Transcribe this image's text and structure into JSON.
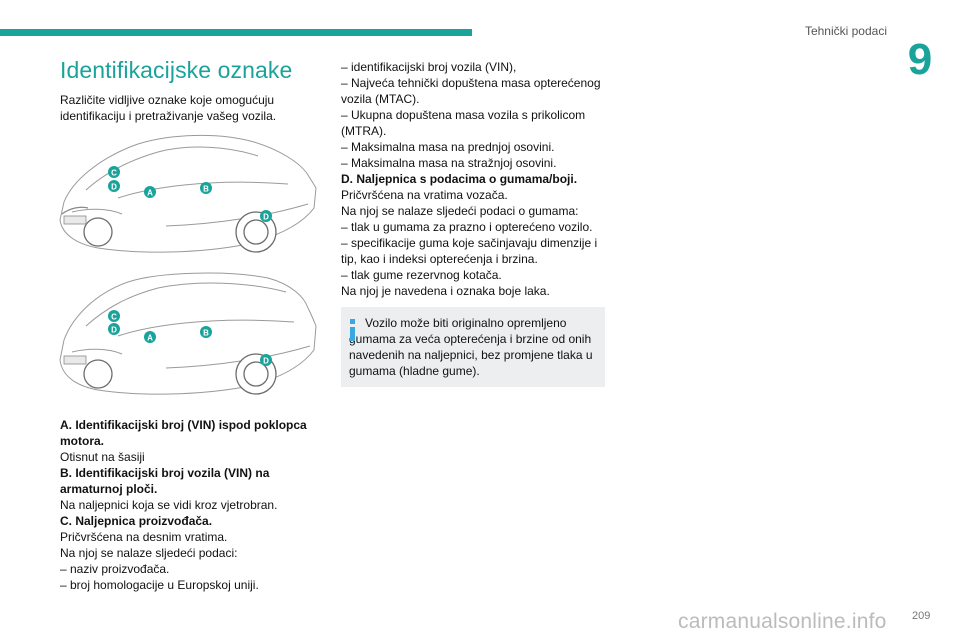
{
  "header": {
    "section_label": "Tehnički podaci",
    "chapter_number": "9"
  },
  "left": {
    "heading": "Identifikacijske oznake",
    "intro": "Različite vidljive oznake koje omogućuju identifikaciju i pretraživanje vašeg vozila.",
    "callouts": [
      "C",
      "D",
      "A",
      "B",
      "D"
    ],
    "items": [
      {
        "text": "A. Identifikacijski broj (VIN) ispod poklopca motora.",
        "bold": true
      },
      {
        "text": "Otisnut na šasiji",
        "bold": false
      },
      {
        "text": "B. Identifikacijski broj vozila (VIN) na armaturnoj ploči.",
        "bold": true
      },
      {
        "text": "Na naljepnici koja se vidi kroz vjetrobran.",
        "bold": false
      },
      {
        "text": "C. Naljepnica proizvođača.",
        "bold": true
      },
      {
        "text": "Pričvršćena na desnim vratima.",
        "bold": false
      },
      {
        "text": "Na njoj se nalaze sljedeći podaci:",
        "bold": false
      },
      {
        "text": "–  naziv proizvođača.",
        "bold": false
      },
      {
        "text": "–  broj homologacije u Europskoj uniji.",
        "bold": false
      }
    ]
  },
  "right": {
    "items": [
      {
        "text": "–  identifikacijski broj vozila (VIN),",
        "bold": false
      },
      {
        "text": "–  Najveća tehnički dopuštena masa opterećenog vozila (MTAC).",
        "bold": false
      },
      {
        "text": "–  Ukupna dopuštena masa vozila s prikolicom (MTRA).",
        "bold": false
      },
      {
        "text": "–  Maksimalna masa na prednjoj osovini.",
        "bold": false
      },
      {
        "text": "–  Maksimalna masa na stražnjoj osovini.",
        "bold": false
      },
      {
        "text": "D. Naljepnica s podacima o gumama/boji.",
        "bold": true
      },
      {
        "text": "Pričvršćena na vratima vozača.",
        "bold": false
      },
      {
        "text": "Na njoj se nalaze sljedeći podaci o gumama:",
        "bold": false
      },
      {
        "text": "–  tlak u gumama za prazno i opterećeno vozilo.",
        "bold": false
      },
      {
        "text": "–  specifikacije guma koje sačinjavaju dimenzije i tip, kao i indeksi opterećenja i brzina.",
        "bold": false
      },
      {
        "text": "–  tlak gume rezervnog kotača.",
        "bold": false
      },
      {
        "text": "Na njoj je navedena i oznaka boje laka.",
        "bold": false
      }
    ],
    "info_box": "Vozilo može biti originalno opremljeno gumama za veća opterećenja i brzine od onih navedenih na naljepnici, bez promjene tlaka u gumama (hladne gume)."
  },
  "footer": {
    "page_number": "209",
    "watermark": "carmanualsonline.info"
  },
  "colors": {
    "accent": "#1aa39a",
    "info_icon": "#3aa7e0",
    "info_bg": "#eceeef"
  }
}
